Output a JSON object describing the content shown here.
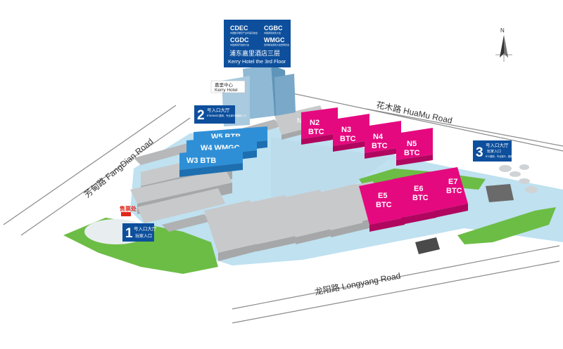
{
  "roads": {
    "huamu": "花木路 HuaMu Road",
    "fangdian": "芳甸路 FangDian Road",
    "longyang": "龙阳路 Longyang Road"
  },
  "hotel": {
    "logos": [
      "CDEC",
      "CGBC",
      "CGDC",
      "WMGC"
    ],
    "logo_subtitles": [
      "中国数字娱乐产业年度高峰会",
      "中国游戏商务大会",
      "中国游戏开发者大会",
      "世界移动游戏大会暨博览会"
    ],
    "title_cn": "浦东嘉里酒店三层",
    "title_en": "Kerry Hotel the 3rd Floor",
    "building_cn": "嘉里中心",
    "building_en": "Kerry Hotel"
  },
  "halls": {
    "N1": "N1",
    "N2": [
      "N2",
      "BTC"
    ],
    "N3": [
      "N3",
      "BTC"
    ],
    "N4": [
      "N4",
      "BTC"
    ],
    "N5": [
      "N5",
      "BTC"
    ],
    "E5": [
      "E5",
      "BTC"
    ],
    "E6": [
      "E6",
      "BTC"
    ],
    "E7": [
      "E7",
      "BTC"
    ],
    "W5": "W5 BTB",
    "W4": "W4 WMGC",
    "W3": "W3 BTB"
  },
  "entrances": {
    "e1": {
      "num": "1",
      "title": "号入口大厅",
      "sub": "玩家入口"
    },
    "e2": {
      "num": "2",
      "title": "号入口大厅",
      "sub": "BTB/WMGC展商、专业观众和媒体入口"
    },
    "e3": {
      "num": "3",
      "title": "号入口大厅",
      "sub": "玩家入口",
      "note": "BTC展商、专业观众、媒体和玩家入口"
    }
  },
  "ticket_office": "售票处",
  "compass": "N",
  "colors": {
    "magenta": "#e5097f",
    "blue": "#2f8fd6",
    "navy": "#0d4f9c",
    "green": "#6cbd45",
    "water": "#bfe1f0",
    "hall_gray": "#c8c9ca"
  }
}
